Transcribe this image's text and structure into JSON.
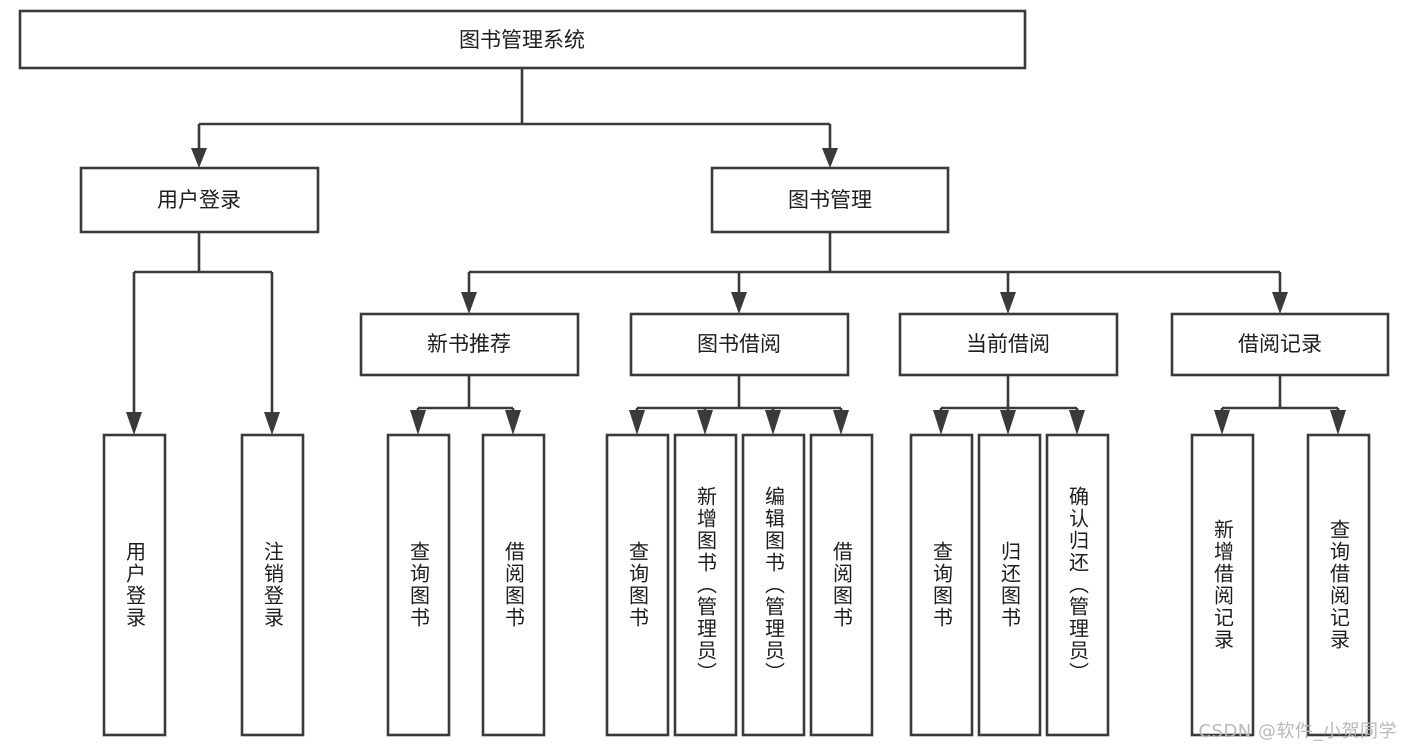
{
  "diagram": {
    "type": "tree-hierarchy",
    "title": "图书管理系统",
    "watermark": "CSDN @软件_小贺同学",
    "colors": {
      "stroke": "#3a3a3a",
      "box_fill": "#ffffff",
      "text": "#1d1d1d",
      "canvas": "#ffffff",
      "watermark": "#b9b9b9"
    },
    "root": {
      "label": "图书管理系统"
    },
    "level2": [
      {
        "id": "user-login",
        "label": "用户登录"
      },
      {
        "id": "book-manage",
        "label": "图书管理"
      }
    ],
    "level3": [
      {
        "id": "new-book-recommend",
        "label": "新书推荐",
        "parent": "book-manage"
      },
      {
        "id": "book-borrow",
        "label": "图书借阅",
        "parent": "book-manage"
      },
      {
        "id": "current-borrow",
        "label": "当前借阅",
        "parent": "book-manage"
      },
      {
        "id": "borrow-record",
        "label": "借阅记录",
        "parent": "book-manage"
      }
    ],
    "leaves": [
      {
        "id": "leaf-user-login",
        "label": "用户登录",
        "parent": "user-login"
      },
      {
        "id": "leaf-logout",
        "label": "注销登录",
        "parent": "user-login"
      },
      {
        "id": "leaf-query-book-1",
        "label": "查询图书",
        "parent": "new-book-recommend"
      },
      {
        "id": "leaf-borrow-book-1",
        "label": "借阅图书",
        "parent": "new-book-recommend"
      },
      {
        "id": "leaf-query-book-2",
        "label": "查询图书",
        "parent": "book-borrow"
      },
      {
        "id": "leaf-add-book",
        "label": "新增图书（管理员）",
        "parent": "book-borrow"
      },
      {
        "id": "leaf-edit-book",
        "label": "编辑图书（管理员）",
        "parent": "book-borrow"
      },
      {
        "id": "leaf-borrow-book-2",
        "label": "借阅图书",
        "parent": "book-borrow"
      },
      {
        "id": "leaf-query-book-3",
        "label": "查询图书",
        "parent": "current-borrow"
      },
      {
        "id": "leaf-return-book",
        "label": "归还图书",
        "parent": "current-borrow"
      },
      {
        "id": "leaf-confirm-return",
        "label": "确认归还（管理员）",
        "parent": "current-borrow"
      },
      {
        "id": "leaf-add-record",
        "label": "新增借阅记录",
        "parent": "borrow-record"
      },
      {
        "id": "leaf-query-record",
        "label": "查询借阅记录",
        "parent": "borrow-record"
      }
    ]
  }
}
